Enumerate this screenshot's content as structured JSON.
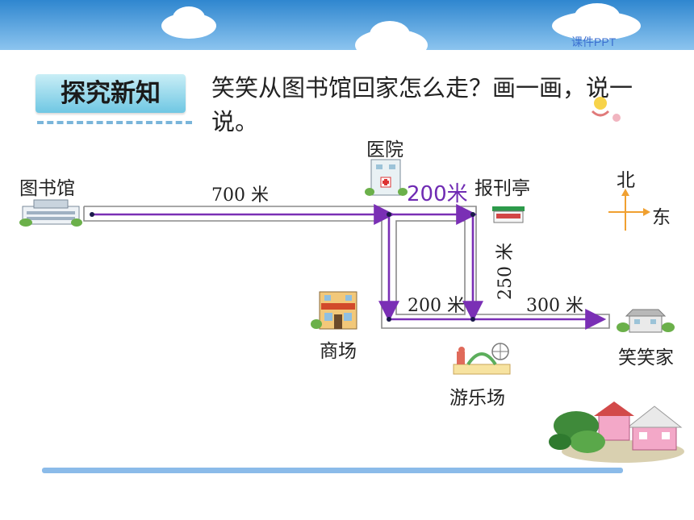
{
  "header": {
    "watermark": "课件PPT"
  },
  "section_badge": "探究新知",
  "question": "笑笑从图书馆回家怎么走？画一画，说一说。",
  "places": {
    "library": "图书馆",
    "hospital": "医院",
    "newsstand": "报刊亭",
    "mall": "商场",
    "amusement_park": "游乐场",
    "home": "笑笑家"
  },
  "distances": {
    "library_to_hospital": "700 米",
    "hospital_to_newsstand": "200米",
    "newsstand_to_park": "250 米",
    "mall_to_park": "200 米",
    "park_to_home": "300 米"
  },
  "compass": {
    "north": "北",
    "east": "东"
  },
  "colors": {
    "route": "#7a2fb5",
    "road": "#8a8a8a",
    "highlight_distance": "#6f2bb3"
  }
}
